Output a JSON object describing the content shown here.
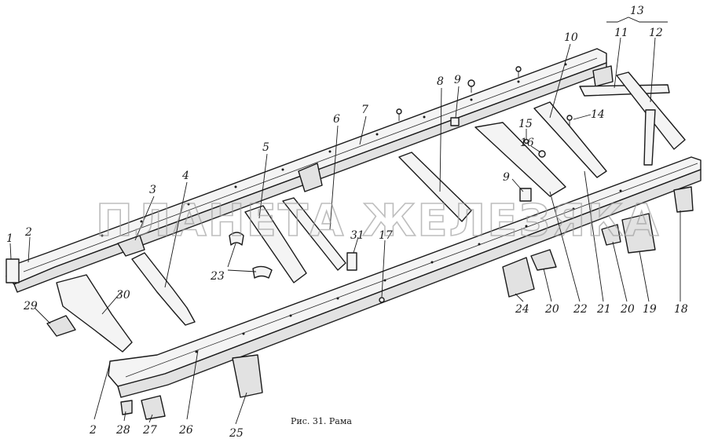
{
  "figure": {
    "caption": "Рис. 31. Рама",
    "watermark": "ПЛАНЕТА ЖЕЛЕЗЯКА",
    "callouts": {
      "c1": "1",
      "c2a": "2",
      "c2b": "2",
      "c3": "3",
      "c4": "4",
      "c5": "5",
      "c6": "6",
      "c7": "7",
      "c8": "8",
      "c9a": "9",
      "c9b": "9",
      "c10": "10",
      "c11": "11",
      "c12": "12",
      "c13": "13",
      "c14": "14",
      "c15": "15",
      "c16": "16",
      "c17": "17",
      "c18": "18",
      "c19": "19",
      "c20a": "20",
      "c20b": "20",
      "c21": "21",
      "c22": "22",
      "c23": "23",
      "c24": "24",
      "c25": "25",
      "c26": "26",
      "c27": "27",
      "c28": "28",
      "c29": "29",
      "c30": "30",
      "c31": "31"
    }
  }
}
